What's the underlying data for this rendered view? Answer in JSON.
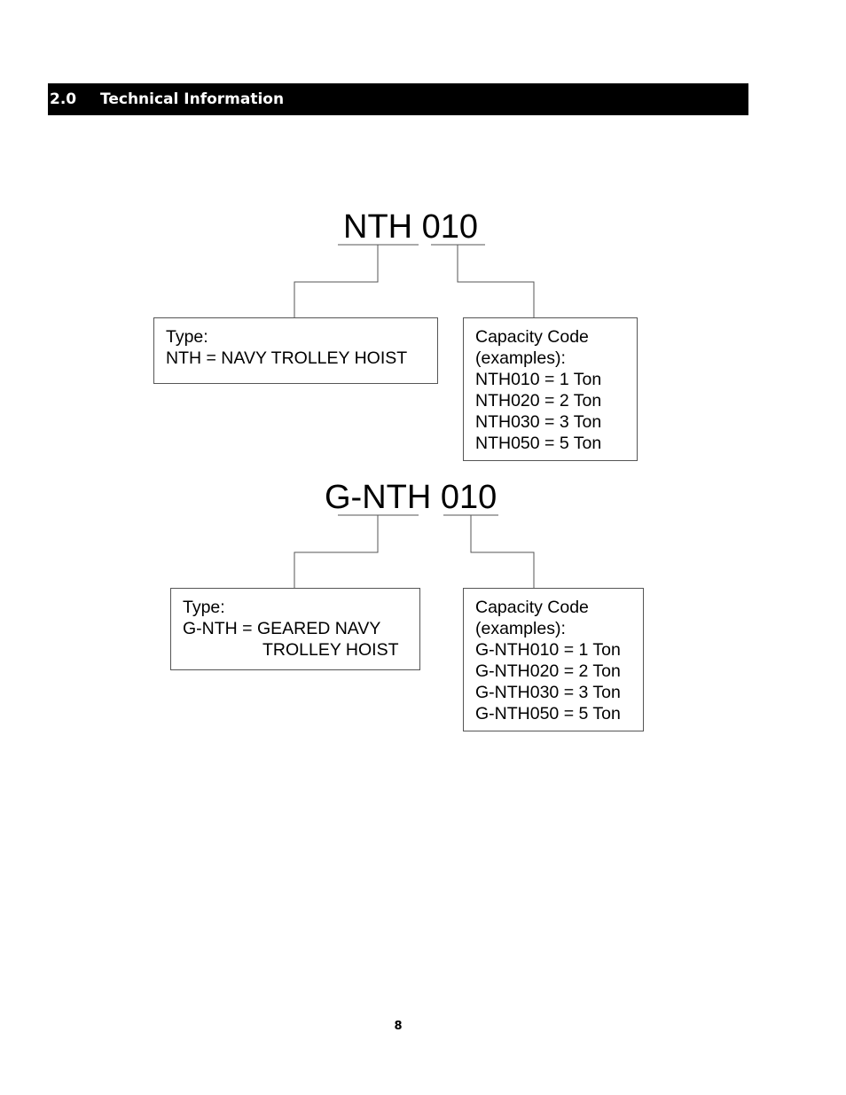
{
  "header": {
    "section_number": "2.0",
    "section_title": "Technical Information"
  },
  "diagrams": [
    {
      "code": "NTH 010",
      "type_box": {
        "heading": "Type:",
        "lines": [
          "NTH = NAVY TROLLEY HOIST"
        ]
      },
      "capacity_box": {
        "heading": "Capacity Code",
        "subheading": "(examples):",
        "lines": [
          "NTH010 = 1 Ton",
          "NTH020 = 2 Ton",
          "NTH030 = 3 Ton",
          "NTH050 = 5 Ton"
        ]
      }
    },
    {
      "code": "G-NTH 010",
      "type_box": {
        "heading": "Type:",
        "lines": [
          "G-NTH = GEARED NAVY",
          "TROLLEY HOIST"
        ]
      },
      "capacity_box": {
        "heading": "Capacity Code",
        "subheading": "(examples):",
        "lines": [
          "G-NTH010 = 1 Ton",
          "G-NTH020 = 2 Ton",
          "G-NTH030 = 3 Ton",
          "G-NTH050 = 5 Ton"
        ]
      }
    }
  ],
  "footer": {
    "page_number": "8"
  }
}
